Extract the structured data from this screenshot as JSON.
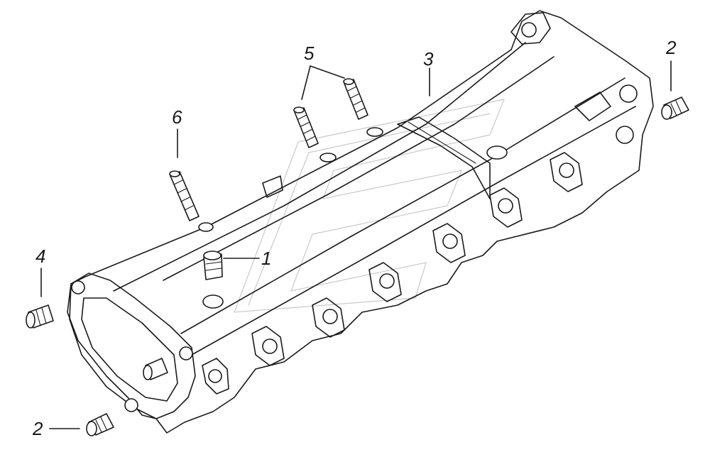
{
  "callouts": {
    "c1": "1",
    "c2_top": "2",
    "c2_bottom": "2",
    "c3": "3",
    "c4": "4",
    "c5": "5",
    "c6": "6"
  }
}
